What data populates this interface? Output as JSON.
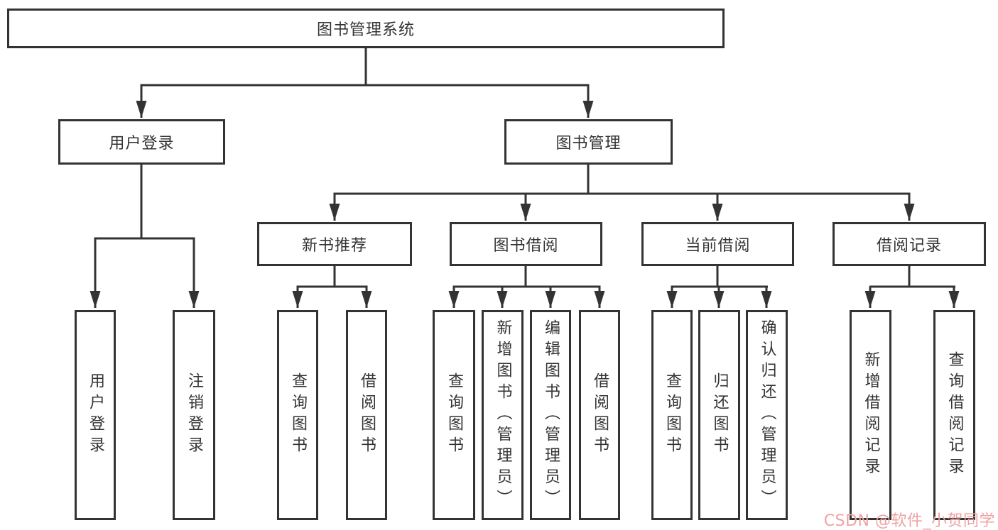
{
  "diagram": {
    "type": "hierarchy-tree",
    "colors": {
      "line": "#333333",
      "border": "#333333",
      "text": "#333333",
      "background": "#ffffff",
      "watermark": "#f0a2a2"
    },
    "nodes": {
      "root": {
        "label": "图书管理系统"
      },
      "user_login": {
        "label": "用户登录"
      },
      "book_mgmt": {
        "label": "图书管理"
      },
      "leaf_user_login": {
        "label": "用户登录"
      },
      "leaf_logout": {
        "label": "注销登录"
      },
      "new_book_rec": {
        "label": "新书推荐"
      },
      "book_borrow": {
        "label": "图书借阅"
      },
      "current_borrow": {
        "label": "当前借阅"
      },
      "borrow_record": {
        "label": "借阅记录"
      },
      "rec_query_book": {
        "label": "查询图书"
      },
      "rec_borrow_book": {
        "label": "借阅图书"
      },
      "bb_query_book": {
        "label": "查询图书"
      },
      "bb_add_book": {
        "label": "新增图书（管理员）"
      },
      "bb_edit_book": {
        "label": "编辑图书（管理员）"
      },
      "bb_borrow_book": {
        "label": "借阅图书"
      },
      "cb_query_book": {
        "label": "查询图书"
      },
      "cb_return_book": {
        "label": "归还图书"
      },
      "cb_confirm_return": {
        "label": "确认归还（管理员）"
      },
      "br_add_record": {
        "label": "新增借阅记录"
      },
      "br_query_record": {
        "label": "查询借阅记录"
      }
    },
    "edges": [
      [
        "root",
        "user_login"
      ],
      [
        "root",
        "book_mgmt"
      ],
      [
        "user_login",
        "leaf_user_login"
      ],
      [
        "user_login",
        "leaf_logout"
      ],
      [
        "book_mgmt",
        "new_book_rec"
      ],
      [
        "book_mgmt",
        "book_borrow"
      ],
      [
        "book_mgmt",
        "current_borrow"
      ],
      [
        "book_mgmt",
        "borrow_record"
      ],
      [
        "new_book_rec",
        "rec_query_book"
      ],
      [
        "new_book_rec",
        "rec_borrow_book"
      ],
      [
        "book_borrow",
        "bb_query_book"
      ],
      [
        "book_borrow",
        "bb_add_book"
      ],
      [
        "book_borrow",
        "bb_edit_book"
      ],
      [
        "book_borrow",
        "bb_borrow_book"
      ],
      [
        "current_borrow",
        "cb_query_book"
      ],
      [
        "current_borrow",
        "cb_return_book"
      ],
      [
        "current_borrow",
        "cb_confirm_return"
      ],
      [
        "borrow_record",
        "br_add_record"
      ],
      [
        "borrow_record",
        "br_query_record"
      ]
    ],
    "watermark": {
      "text": "CSDN @软件_小贺同学"
    }
  }
}
